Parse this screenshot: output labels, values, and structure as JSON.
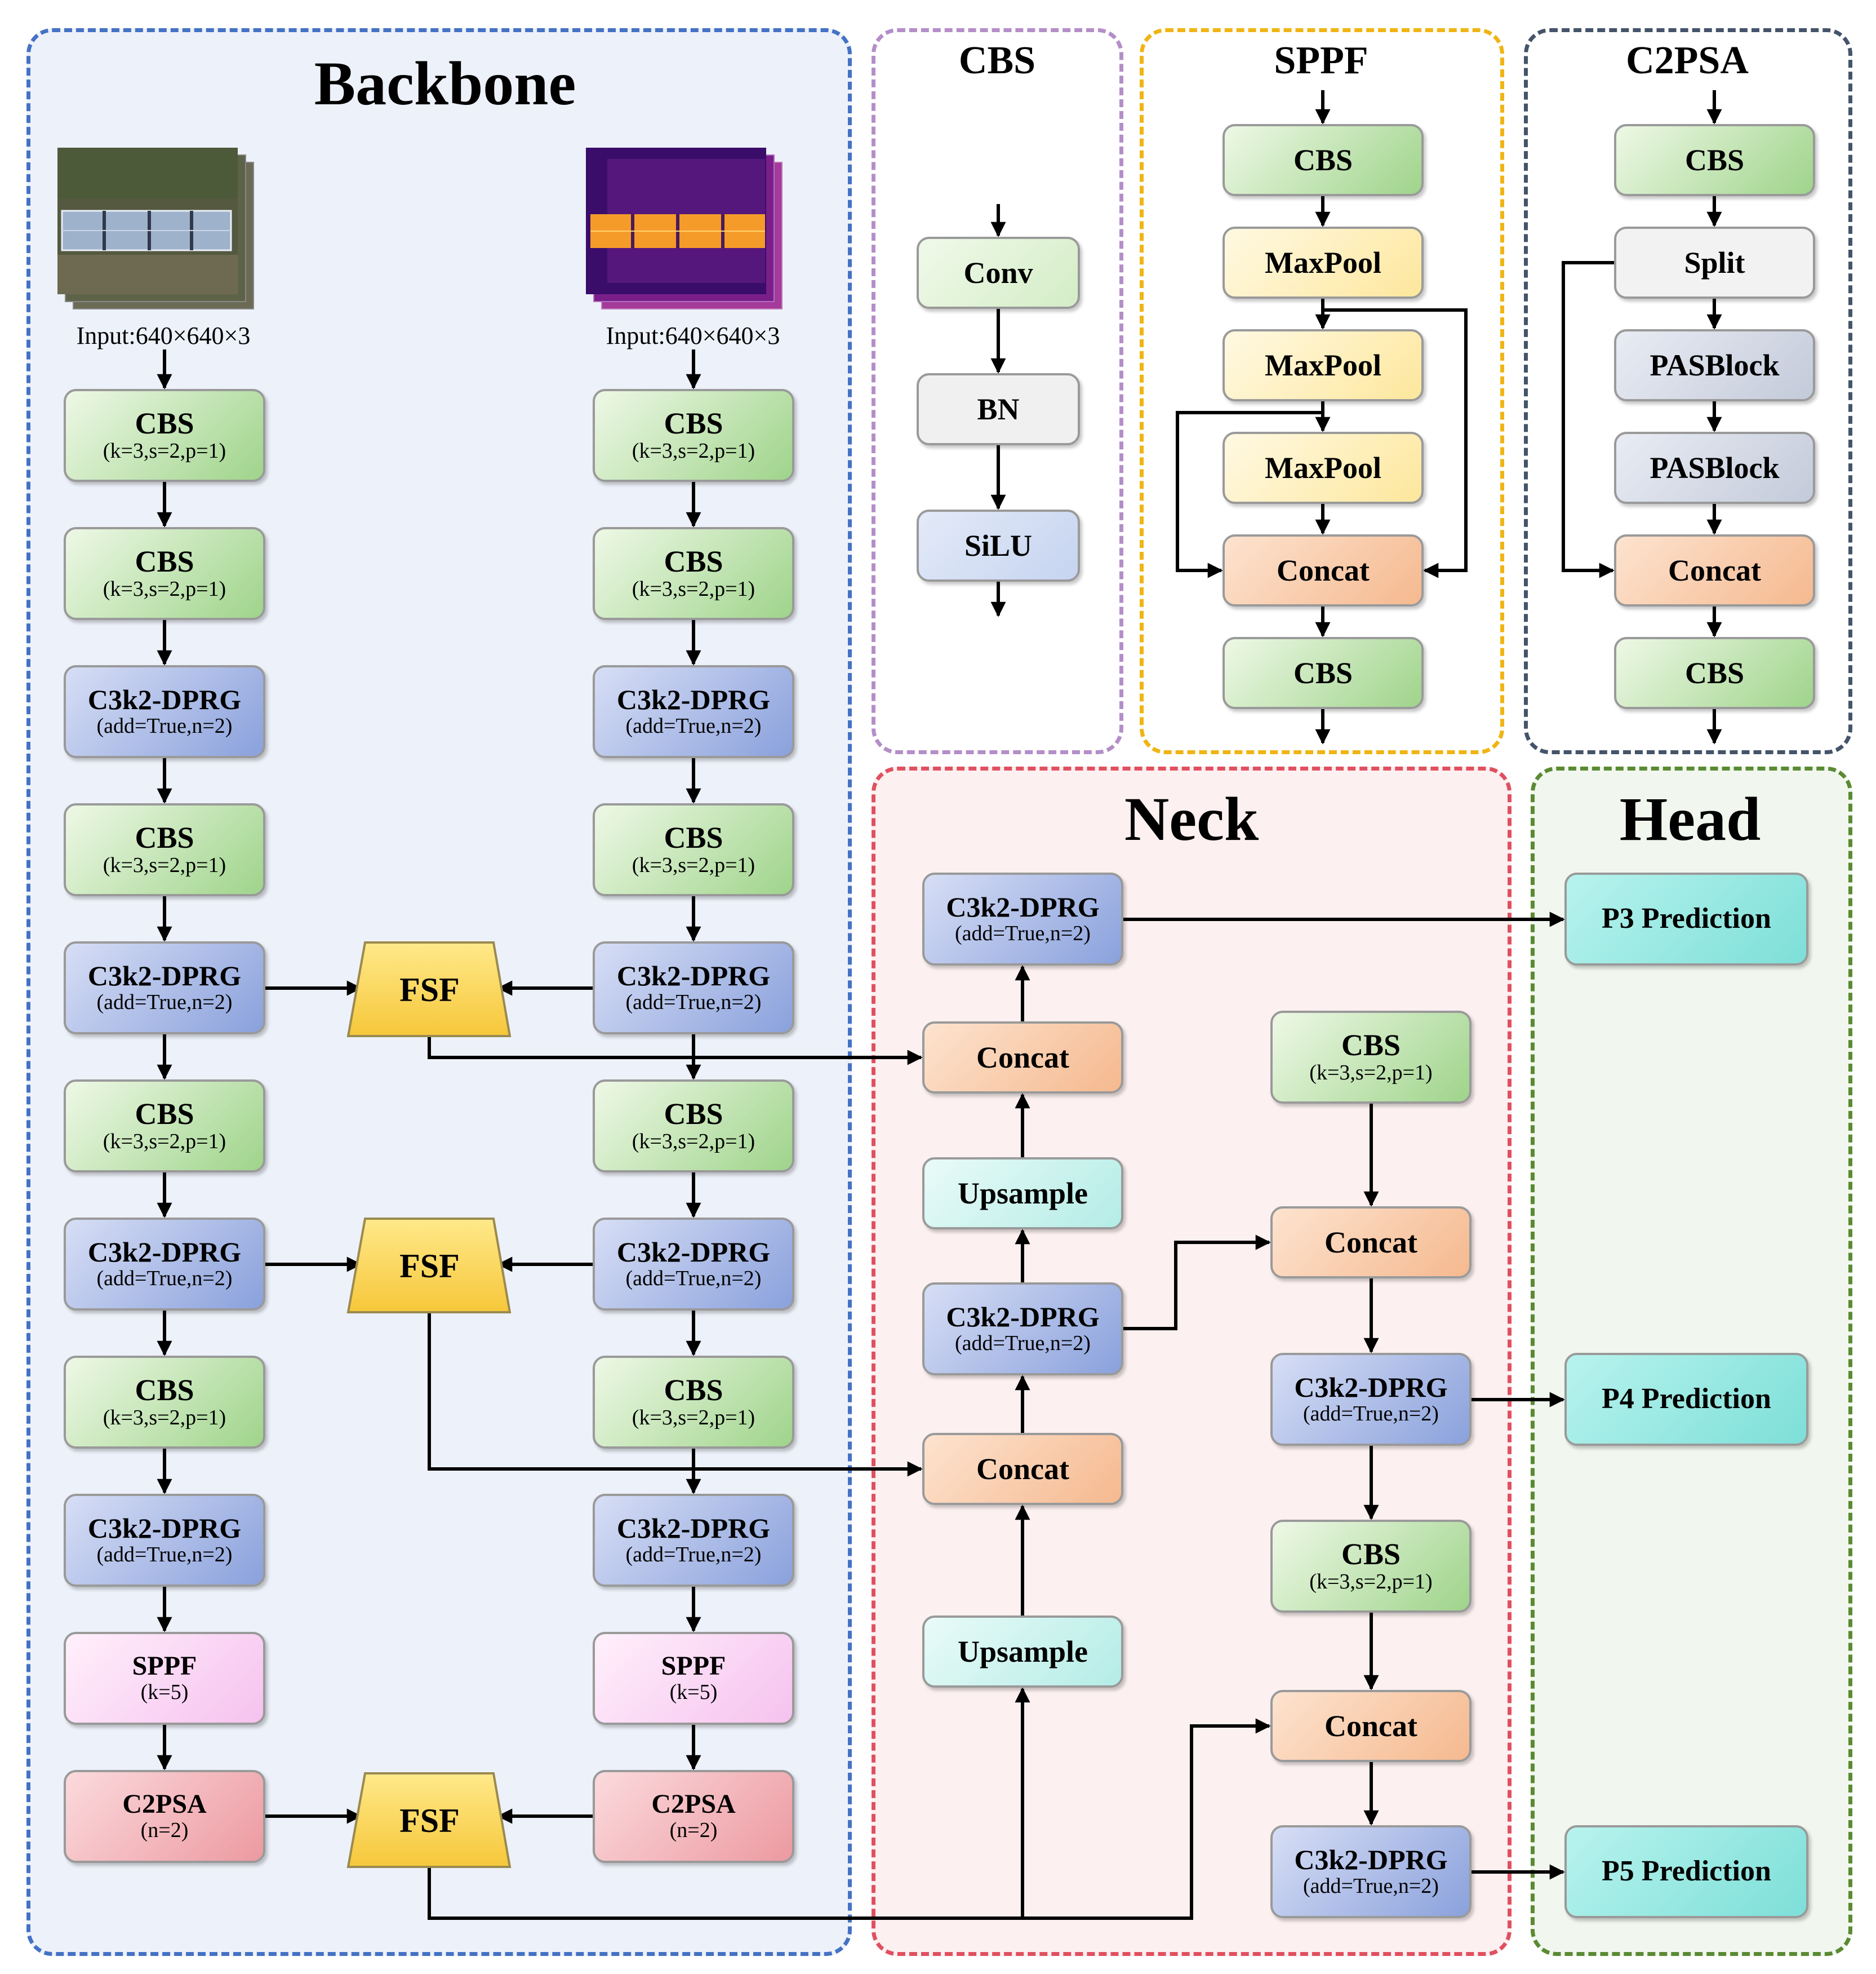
{
  "sections": {
    "backbone": "Backbone",
    "cbs": "CBS",
    "sppf": "SPPF",
    "c2psa": "C2PSA",
    "neck": "Neck",
    "head": "Head"
  },
  "inputs": {
    "rgb_label": "Input:640×640×3",
    "thermal_label": "Input:640×640×3"
  },
  "backbone": {
    "left": [
      {
        "title": "CBS",
        "params": "(k=3,s=2,p=1)"
      },
      {
        "title": "CBS",
        "params": "(k=3,s=2,p=1)"
      },
      {
        "title": "C3k2-DPRG",
        "params": "(add=True,n=2)"
      },
      {
        "title": "CBS",
        "params": "(k=3,s=2,p=1)"
      },
      {
        "title": "C3k2-DPRG",
        "params": "(add=True,n=2)"
      },
      {
        "title": "CBS",
        "params": "(k=3,s=2,p=1)"
      },
      {
        "title": "C3k2-DPRG",
        "params": "(add=True,n=2)"
      },
      {
        "title": "CBS",
        "params": "(k=3,s=2,p=1)"
      },
      {
        "title": "C3k2-DPRG",
        "params": "(add=True,n=2)"
      },
      {
        "title": "SPPF",
        "params": "(k=5)"
      },
      {
        "title": "C2PSA",
        "params": "(n=2)"
      }
    ],
    "right": [
      {
        "title": "CBS",
        "params": "(k=3,s=2,p=1)"
      },
      {
        "title": "CBS",
        "params": "(k=3,s=2,p=1)"
      },
      {
        "title": "C3k2-DPRG",
        "params": "(add=True,n=2)"
      },
      {
        "title": "CBS",
        "params": "(k=3,s=2,p=1)"
      },
      {
        "title": "C3k2-DPRG",
        "params": "(add=True,n=2)"
      },
      {
        "title": "CBS",
        "params": "(k=3,s=2,p=1)"
      },
      {
        "title": "C3k2-DPRG",
        "params": "(add=True,n=2)"
      },
      {
        "title": "CBS",
        "params": "(k=3,s=2,p=1)"
      },
      {
        "title": "C3k2-DPRG",
        "params": "(add=True,n=2)"
      },
      {
        "title": "SPPF",
        "params": "(k=5)"
      },
      {
        "title": "C2PSA",
        "params": "(n=2)"
      }
    ],
    "fsf": [
      "FSF",
      "FSF",
      "FSF"
    ]
  },
  "cbs_block": [
    "Conv",
    "BN",
    "SiLU"
  ],
  "sppf_block": [
    "CBS",
    "MaxPool",
    "MaxPool",
    "MaxPool",
    "Concat",
    "CBS"
  ],
  "c2psa_block": [
    "CBS",
    "Split",
    "PASBlock",
    "PASBlock",
    "Concat",
    "CBS"
  ],
  "neck": {
    "left": [
      {
        "title": "C3k2-DPRG",
        "params": "(add=True,n=2)"
      },
      {
        "title": "Concat"
      },
      {
        "title": "Upsample"
      },
      {
        "title": "C3k2-DPRG",
        "params": "(add=True,n=2)"
      },
      {
        "title": "Concat"
      },
      {
        "title": "Upsample"
      }
    ],
    "right": [
      {
        "title": "CBS",
        "params": "(k=3,s=2,p=1)"
      },
      {
        "title": "Concat"
      },
      {
        "title": "C3k2-DPRG",
        "params": "(add=True,n=2)"
      },
      {
        "title": "CBS",
        "params": "(k=3,s=2,p=1)"
      },
      {
        "title": "Concat"
      },
      {
        "title": "C3k2-DPRG",
        "params": "(add=True,n=2)"
      }
    ]
  },
  "head": [
    "P3 Prediction",
    "P4 Prediction",
    "P5 Prediction"
  ],
  "colors": {
    "backbone_border": "#4472c4",
    "cbs_border": "#b48ec8",
    "sppf_border": "#f0b414",
    "c2psa_border": "#44546a",
    "neck_border": "#e05060",
    "head_border": "#5a8a32",
    "backbone_fill": "#edf1f9",
    "neck_fill": "#fcf0f0",
    "head_fill": "#f1f7ee"
  }
}
